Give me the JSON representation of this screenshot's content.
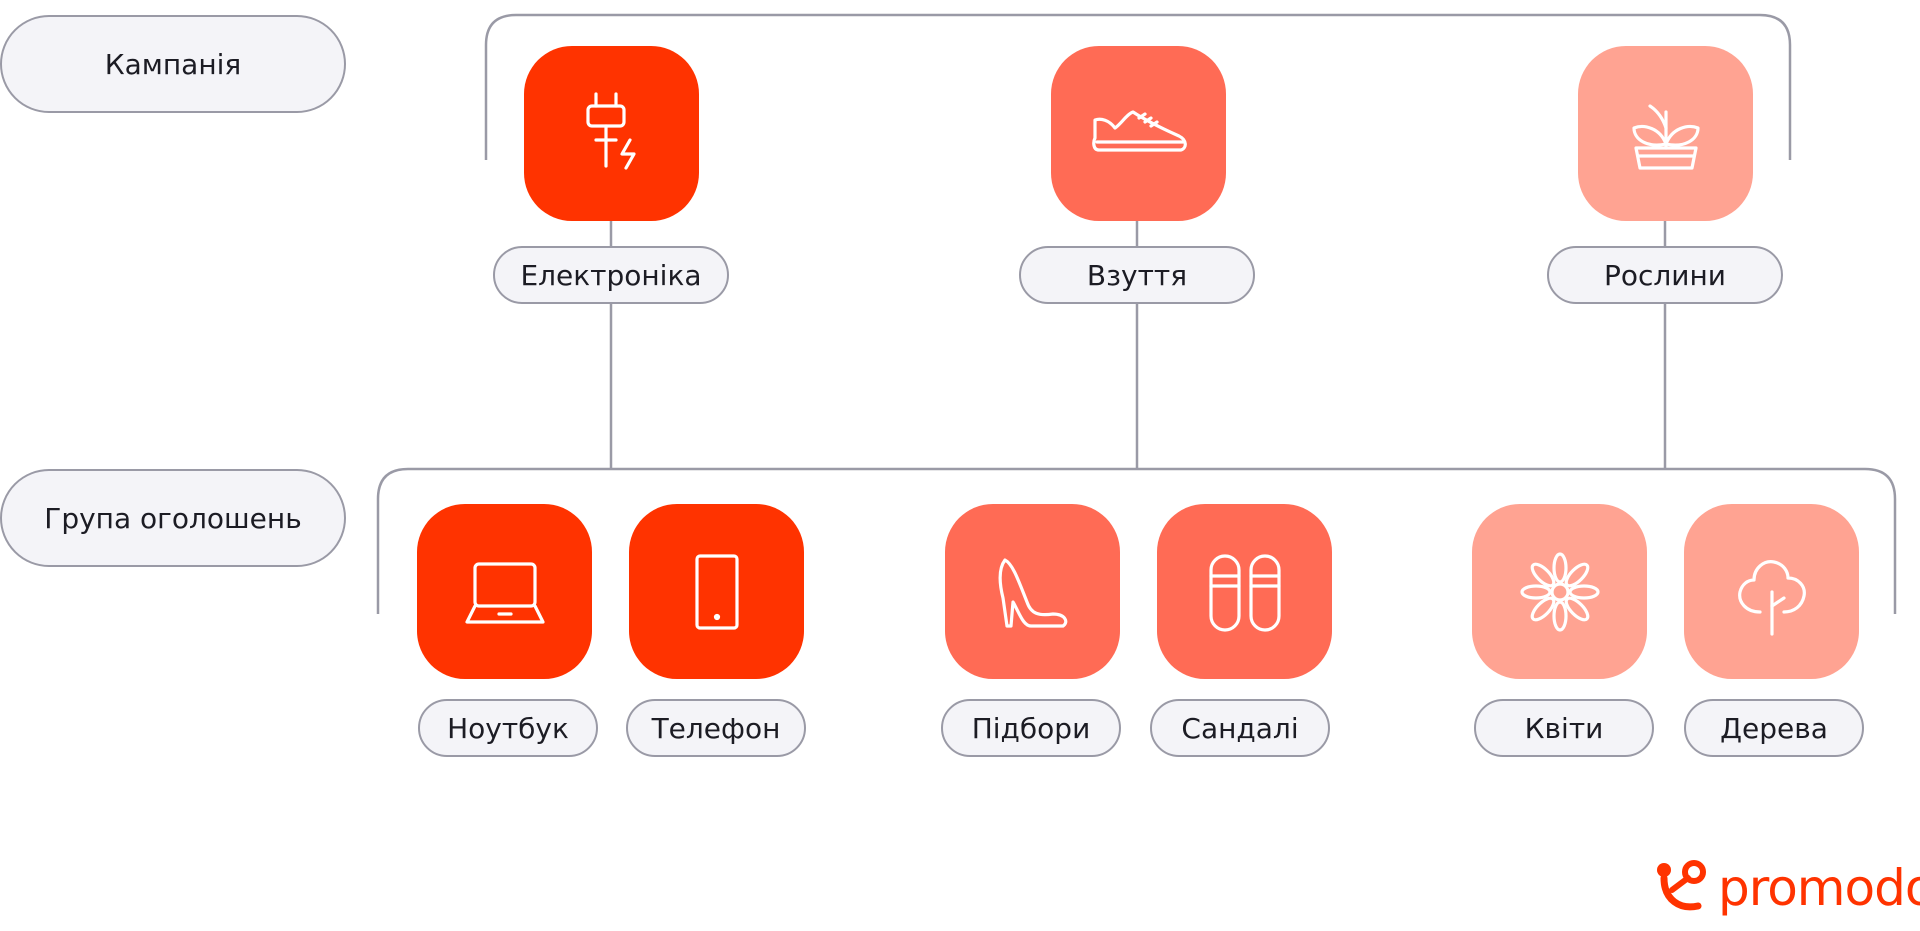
{
  "colors": {
    "electronics": "#ff3300",
    "footwear": "#ff6b55",
    "plants": "#ffa392",
    "line": "#9a9aa6",
    "pill_bg": "#f4f4f8",
    "brand": "#ff3300"
  },
  "rows": {
    "campaign_label": "Кампанія",
    "adgroup_label": "Група оголошень"
  },
  "campaigns": [
    {
      "label": "Електроніка",
      "icon": "plug-icon"
    },
    {
      "label": "Взуття",
      "icon": "sneaker-icon"
    },
    {
      "label": "Рослини",
      "icon": "plant-pot-icon"
    }
  ],
  "ad_groups": [
    {
      "label": "Ноутбук",
      "icon": "laptop-icon"
    },
    {
      "label": "Телефон",
      "icon": "phone-icon"
    },
    {
      "label": "Підбори",
      "icon": "high-heel-icon"
    },
    {
      "label": "Сандалі",
      "icon": "sandals-icon"
    },
    {
      "label": "Квіти",
      "icon": "flower-icon"
    },
    {
      "label": "Дерева",
      "icon": "tree-icon"
    }
  ],
  "logo": {
    "text": "promodo",
    "icon": "promodo-logo-icon"
  }
}
